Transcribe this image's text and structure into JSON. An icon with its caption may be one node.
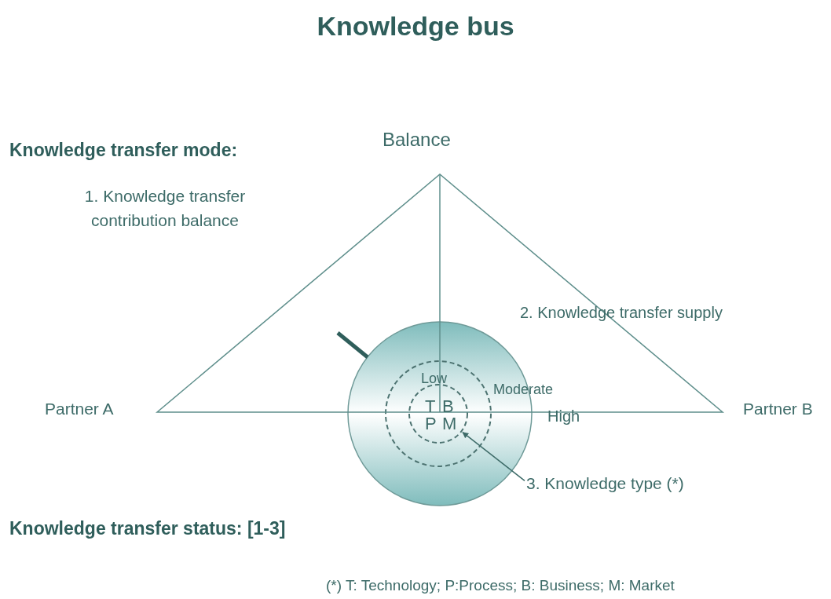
{
  "diagram": {
    "title": "Knowledge bus",
    "nodes": [
      {
        "text": [],
        "shape": "circle"
      },
      {
        "text": [],
        "shape": "circle",
        "in": 0
      },
      {
        "text": [
          "T",
          "B",
          "P",
          "M"
        ],
        "in": 1
      },
      {
        "text": [
          "3. Knowledge type (*)"
        ]
      }
    ],
    "edges": [
      {
        "from": 3,
        "to": 2,
        "arrow": "to"
      }
    ],
    "labels": [
      "Knowledge transfer mode:",
      "Balance",
      "1. Knowledge transfer contribution balance",
      "2. Knowledge transfer supply",
      "Low",
      "Moderate",
      "Partner A",
      "Partner B",
      "High",
      "Knowledge transfer status: [1-3]",
      "(*) T: Technology; P:Process; B: Business; M: Market"
    ]
  }
}
